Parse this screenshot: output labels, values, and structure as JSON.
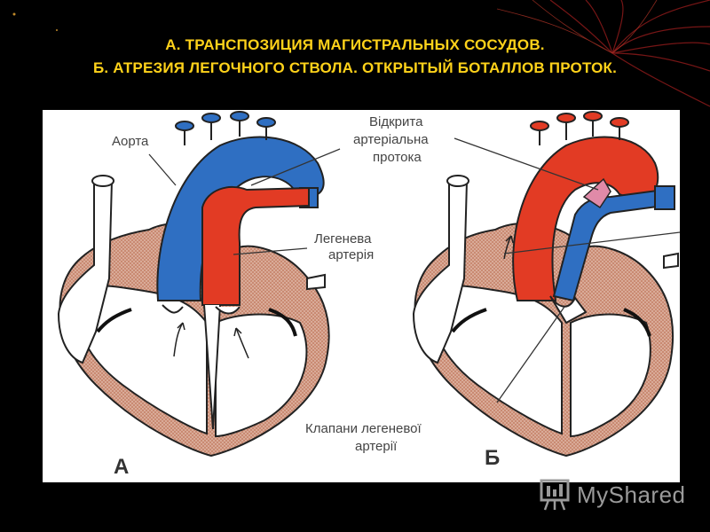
{
  "slide": {
    "title_line1": "А. ТРАНСПОЗИЦИЯ МАГИСТРАЛЬНЫХ СОСУДОВ.",
    "title_line2": "Б. АТРЕЗИЯ ЛЕГОЧНОГО СТВОЛА. ОТКРЫТЫЙ БОТАЛЛОВ ПРОТОК."
  },
  "diagram": {
    "labels": {
      "aorta": "Аорта",
      "ductus_line1": "Відкрита",
      "ductus_line2": "артеріальна",
      "ductus_line3": "протока",
      "pulmonary_line1": "Легенева",
      "pulmonary_line2": "артерія",
      "valves_line1": "Клапани легеневої",
      "valves_line2": "артерії"
    },
    "panel_letters": {
      "a": "А",
      "b": "Б"
    }
  },
  "watermark": {
    "text": "MyShared",
    "icon": "presentation-screen-icon"
  },
  "colors": {
    "title": "#ffd21a",
    "oxygenated": "#e23b24",
    "deoxygenated": "#2f6fc2",
    "myocardium": "#c98a72"
  }
}
